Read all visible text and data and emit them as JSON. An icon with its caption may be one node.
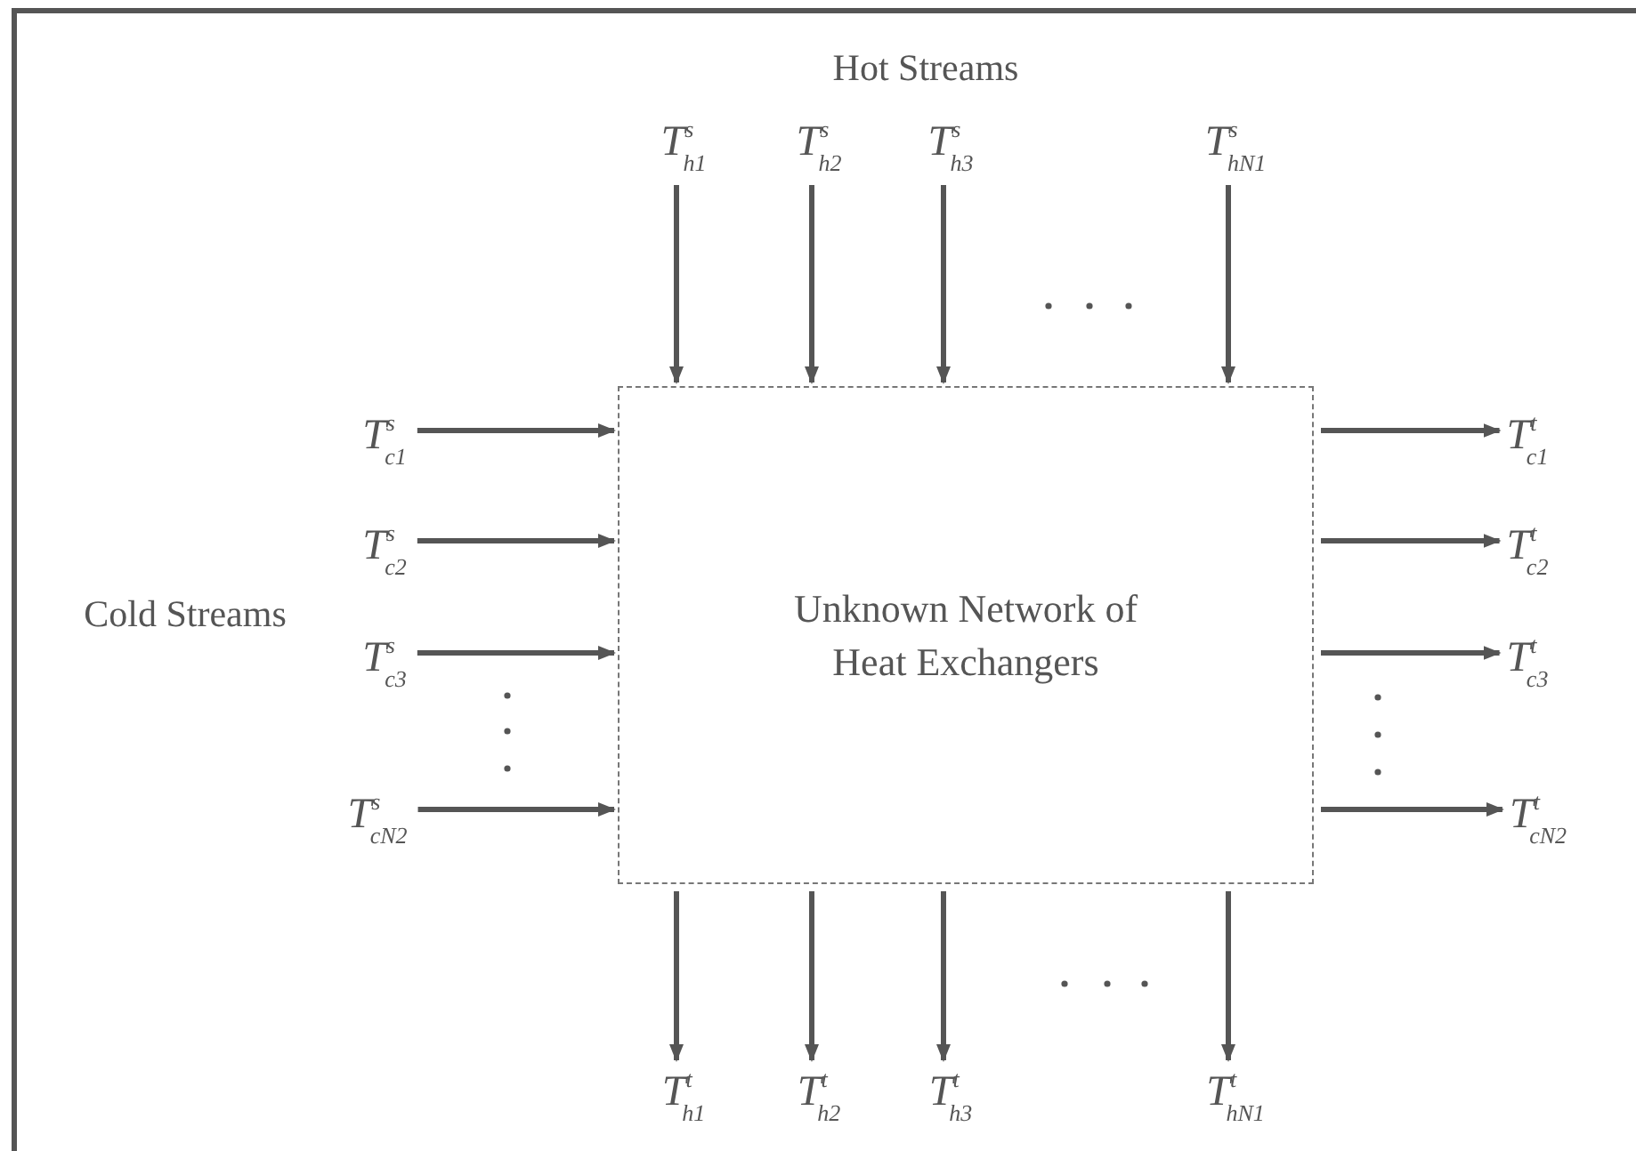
{
  "diagram": {
    "nodes": [
      {
        "text": [
          "Unknown Network of Heat Exchangers"
        ]
      },
      {
        "text": [
          "T$^{s}$$_{h1}$"
        ]
      },
      {
        "text": [
          "T$^{s}$$_{h2}$"
        ]
      },
      {
        "text": [
          "T$^{s}$$_{h3}$"
        ]
      },
      {
        "text": [
          "T$^{s}$$_{hN1}$"
        ]
      },
      {
        "text": [
          "T$^{s}$$_{c1}$"
        ]
      },
      {
        "text": [
          "T$^{s}$$_{c2}$"
        ]
      },
      {
        "text": [
          "T$^{s}$$_{c3}$"
        ]
      },
      {
        "text": [
          "T$^{s}$$_{cN2}$"
        ]
      },
      {
        "text": [
          "T$^{t}$$_{c1}$"
        ]
      },
      {
        "text": [
          "T$^{t}$$_{c2}$"
        ]
      },
      {
        "text": [
          "T$^{t}$$_{c3}$"
        ]
      },
      {
        "text": [
          "T$^{t}$$_{cN2}$"
        ]
      },
      {
        "text": [
          "T$^{t}$$_{h1}$"
        ]
      },
      {
        "text": [
          "T$^{t}$$_{h2}$"
        ]
      },
      {
        "text": [
          "T$^{t}$$_{h3}$"
        ]
      },
      {
        "text": [
          "T$^{t}$$_{hN1}$"
        ]
      }
    ],
    "edges": [
      {
        "from": 1,
        "to": 0,
        "arrow": "to"
      },
      {
        "from": 2,
        "to": 0,
        "arrow": "to"
      },
      {
        "from": 3,
        "to": 0,
        "arrow": "to"
      },
      {
        "from": 4,
        "to": 0,
        "arrow": "to"
      },
      {
        "from": 5,
        "to": 0,
        "arrow": "to"
      },
      {
        "from": 6,
        "to": 0,
        "arrow": "to"
      },
      {
        "from": 7,
        "to": 0,
        "arrow": "to"
      },
      {
        "from": 8,
        "to": 0,
        "arrow": "to"
      },
      {
        "from": 0,
        "to": 9,
        "arrow": "to"
      },
      {
        "from": 0,
        "to": 10,
        "arrow": "to"
      },
      {
        "from": 0,
        "to": 11,
        "arrow": "to"
      },
      {
        "from": 0,
        "to": 12,
        "arrow": "to"
      },
      {
        "from": 0,
        "to": 13,
        "arrow": "to"
      },
      {
        "from": 0,
        "to": 14,
        "arrow": "to"
      },
      {
        "from": 0,
        "to": 15,
        "arrow": "to"
      },
      {
        "from": 0,
        "to": 16,
        "arrow": "to"
      }
    ],
    "labels": [
      "Hot Streams",
      "Cold Streams"
    ]
  }
}
